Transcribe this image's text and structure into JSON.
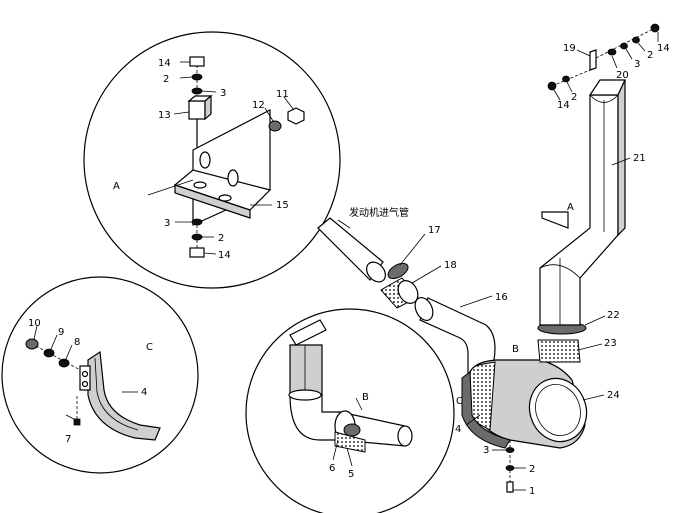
{
  "callouts": {
    "label_1": "1",
    "label_2": "2",
    "label_3": "3",
    "label_4": "4",
    "label_5": "5",
    "label_6": "6",
    "label_7": "7",
    "label_8": "8",
    "label_9": "9",
    "label_10": "10",
    "label_11": "11",
    "label_12": "12",
    "label_13": "13",
    "label_14": "14",
    "label_15": "15",
    "label_16": "16",
    "label_17": "17",
    "label_18": "18",
    "label_19": "19",
    "label_20": "20",
    "label_21": "21",
    "label_22": "22",
    "label_23": "23",
    "label_24": "24"
  },
  "views": {
    "A": "A",
    "B": "B",
    "C": "C"
  },
  "engine_intake_pipe_label": "发动机进气管"
}
